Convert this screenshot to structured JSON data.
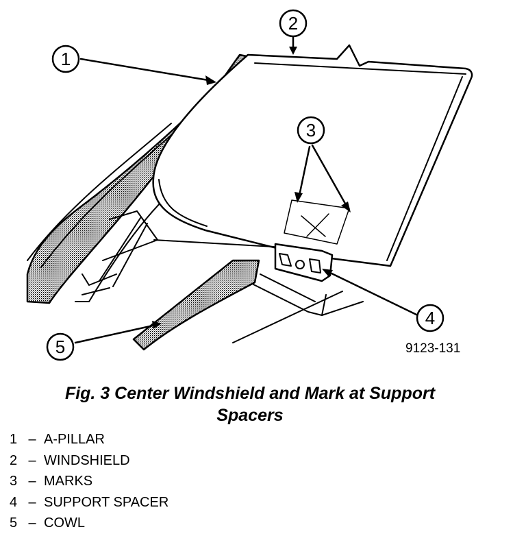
{
  "figure": {
    "code": "9123-131",
    "callouts": [
      "1",
      "2",
      "3",
      "4",
      "5"
    ]
  },
  "caption": {
    "line1": "Fig. 3 Center Windshield and Mark at Support",
    "line2": "Spacers"
  },
  "legend": [
    {
      "num": "1",
      "sep": "–",
      "label": "A-PILLAR"
    },
    {
      "num": "2",
      "sep": "–",
      "label": "WINDSHIELD"
    },
    {
      "num": "3",
      "sep": "–",
      "label": "MARKS"
    },
    {
      "num": "4",
      "sep": "–",
      "label": "SUPPORT SPACER"
    },
    {
      "num": "5",
      "sep": "–",
      "label": "COWL"
    }
  ]
}
